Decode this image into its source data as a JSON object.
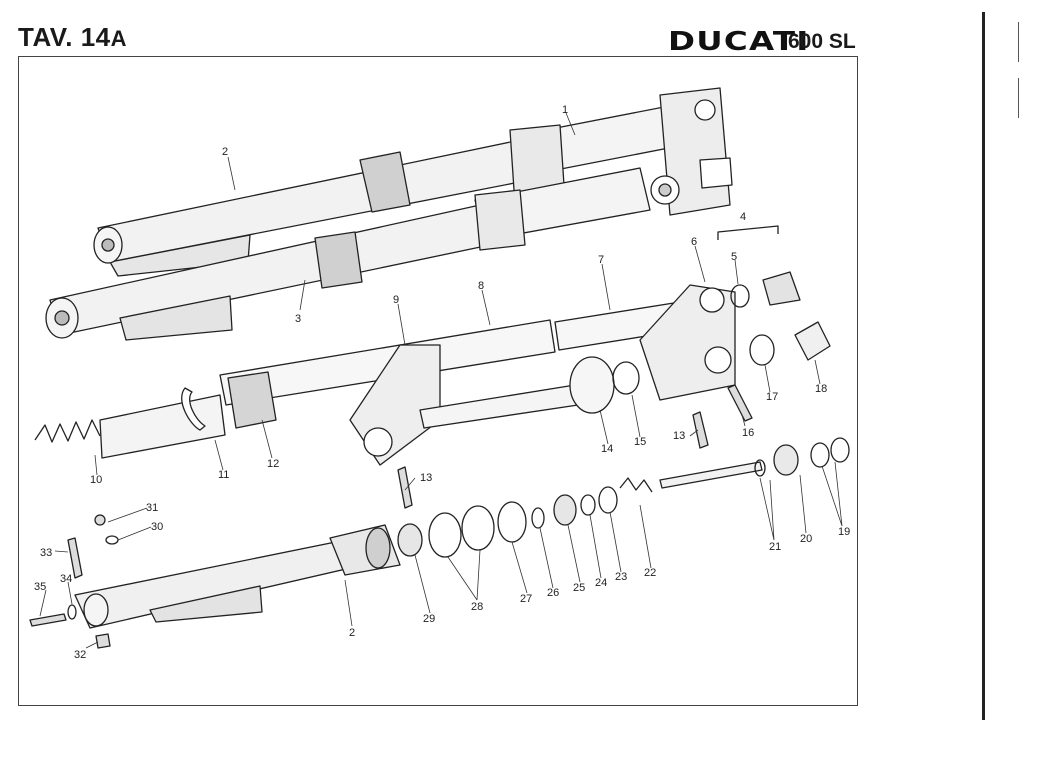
{
  "header": {
    "plate": "TAV. 14",
    "plate_suffix": "A",
    "brand": "DUCATI",
    "model": "600 SL"
  },
  "labels": [
    {
      "id": "1",
      "text": "1"
    },
    {
      "id": "2a",
      "text": "2"
    },
    {
      "id": "3",
      "text": "3"
    },
    {
      "id": "4",
      "text": "4"
    },
    {
      "id": "5",
      "text": "5"
    },
    {
      "id": "6",
      "text": "6"
    },
    {
      "id": "7",
      "text": "7"
    },
    {
      "id": "8",
      "text": "8"
    },
    {
      "id": "9",
      "text": "9"
    },
    {
      "id": "10",
      "text": "10"
    },
    {
      "id": "11",
      "text": "11"
    },
    {
      "id": "12",
      "text": "12"
    },
    {
      "id": "13a",
      "text": "13"
    },
    {
      "id": "13b",
      "text": "13"
    },
    {
      "id": "14",
      "text": "14"
    },
    {
      "id": "15",
      "text": "15"
    },
    {
      "id": "16",
      "text": "16"
    },
    {
      "id": "17",
      "text": "17"
    },
    {
      "id": "18",
      "text": "18"
    },
    {
      "id": "19",
      "text": "19"
    },
    {
      "id": "20",
      "text": "20"
    },
    {
      "id": "21",
      "text": "21"
    },
    {
      "id": "22",
      "text": "22"
    },
    {
      "id": "23",
      "text": "23"
    },
    {
      "id": "24",
      "text": "24"
    },
    {
      "id": "25",
      "text": "25"
    },
    {
      "id": "26",
      "text": "26"
    },
    {
      "id": "27",
      "text": "27"
    },
    {
      "id": "28",
      "text": "28"
    },
    {
      "id": "29",
      "text": "29"
    },
    {
      "id": "30",
      "text": "30"
    },
    {
      "id": "31",
      "text": "31"
    },
    {
      "id": "32",
      "text": "32"
    },
    {
      "id": "33",
      "text": "33"
    },
    {
      "id": "34",
      "text": "34"
    },
    {
      "id": "35",
      "text": "35"
    },
    {
      "id": "2b",
      "text": "2"
    }
  ],
  "colors": {
    "ink": "#1a1a1a",
    "paper": "#ffffff",
    "shade": "#d9d9d9"
  }
}
